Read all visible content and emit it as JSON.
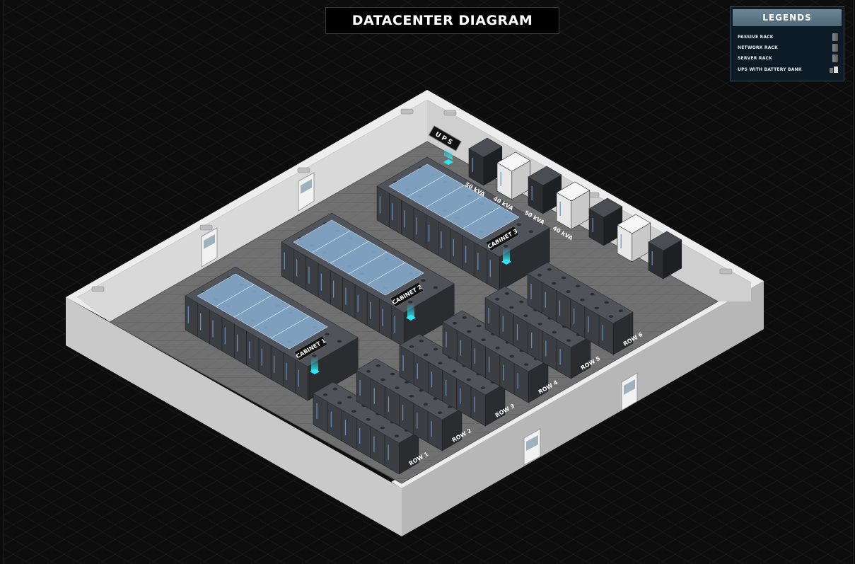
{
  "title": "DATACENTER DIAGRAM",
  "legend": {
    "heading": "LEGENDS",
    "items": [
      {
        "label": "PASSIVE RACK",
        "icon": "passive-rack-icon"
      },
      {
        "label": "NETWORK RACK",
        "icon": "network-rack-icon"
      },
      {
        "label": "SERVER RACK",
        "icon": "server-rack-icon"
      },
      {
        "label": "UPS WITH BATTERY BANK",
        "icon": "ups-battery-icon"
      }
    ]
  },
  "room": {
    "ups_sign": "UPS",
    "cabinets": [
      "CABINET 1",
      "CABINET 2",
      "CABINET 3"
    ],
    "rows": [
      "ROW 1",
      "ROW 2",
      "ROW 3",
      "ROW 4",
      "ROW 5",
      "ROW 6"
    ],
    "ups_units": [
      "50 kVA",
      "40 kVA",
      "50 kVA",
      "40 kVA"
    ]
  },
  "colors": {
    "floor": "#6f6f6f",
    "wall": "#d4d4d4",
    "rack": "#3b3e43",
    "glass": "#86aed0",
    "beam": "#2fe6f2",
    "legend_bg": "#0d1b26"
  }
}
